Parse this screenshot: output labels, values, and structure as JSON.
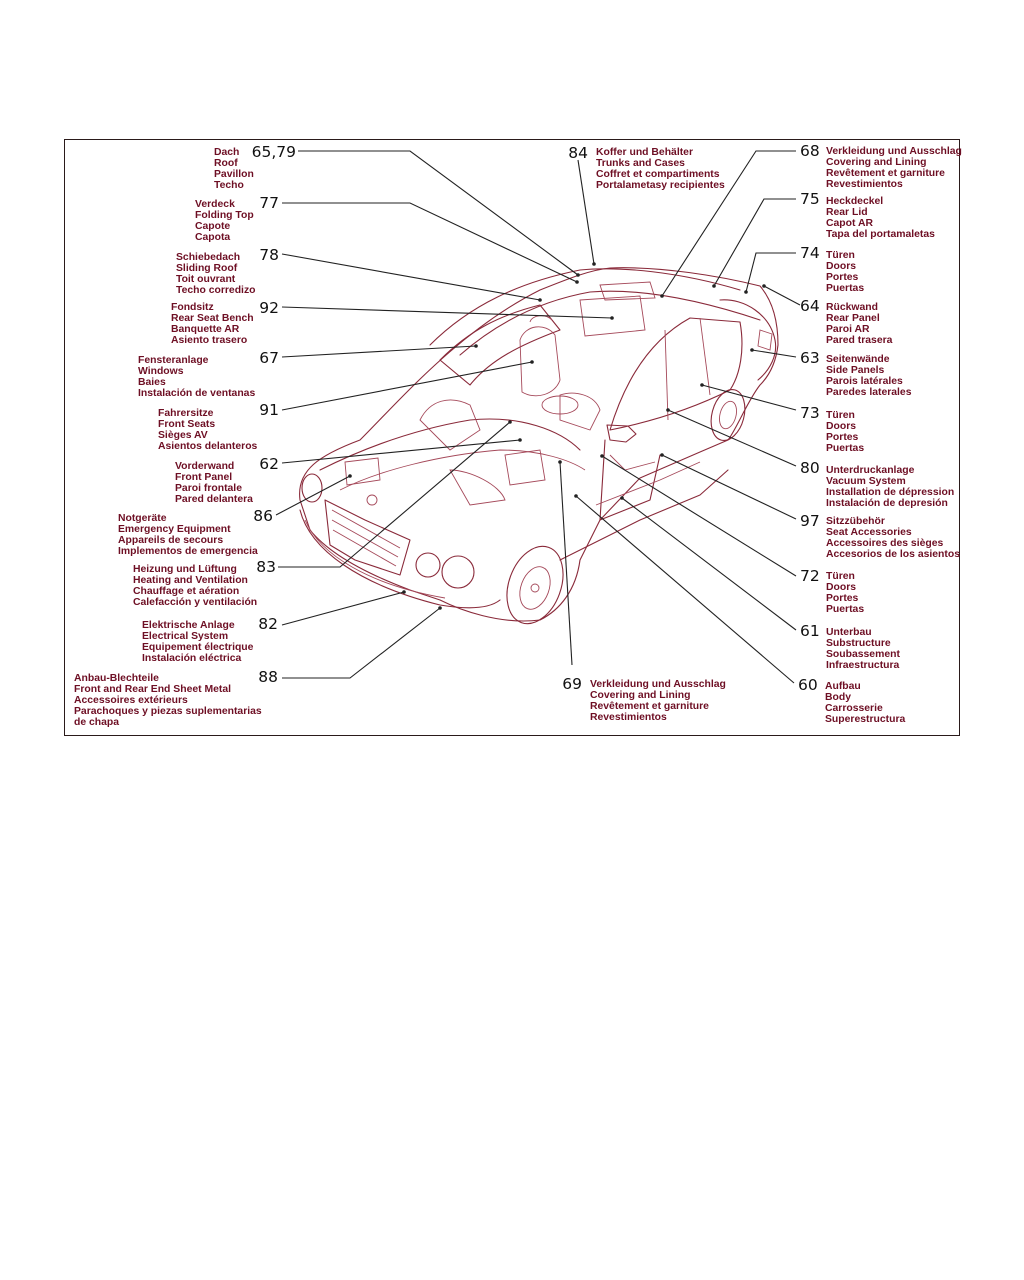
{
  "callouts": [
    {
      "id": "c6579",
      "num": "65,79",
      "lines": [
        "Dach",
        "Roof",
        "Pavillon",
        "Techo"
      ]
    },
    {
      "id": "c77",
      "num": "77",
      "lines": [
        "Verdeck",
        "Folding Top",
        "Capote",
        "Capota"
      ]
    },
    {
      "id": "c78",
      "num": "78",
      "lines": [
        "Schiebedach",
        "Sliding Roof",
        "Toit ouvrant",
        "Techo corredizo"
      ]
    },
    {
      "id": "c92",
      "num": "92",
      "lines": [
        "Fondsitz",
        "Rear Seat Bench",
        "Banquette AR",
        "Asiento trasero"
      ]
    },
    {
      "id": "c67",
      "num": "67",
      "lines": [
        "Fensteranlage",
        "Windows",
        "Baies",
        "Instalación de ventanas"
      ]
    },
    {
      "id": "c91",
      "num": "91",
      "lines": [
        "Fahrersitze",
        "Front Seats",
        "Sièges AV",
        "Asientos delanteros"
      ]
    },
    {
      "id": "c62",
      "num": "62",
      "lines": [
        "Vorderwand",
        "Front Panel",
        "Paroi frontale",
        "Pared delantera"
      ]
    },
    {
      "id": "c86",
      "num": "86",
      "lines": [
        "Notgeräte",
        "Emergency Equipment",
        "Appareils de secours",
        "Implementos de emergencia"
      ]
    },
    {
      "id": "c83",
      "num": "83",
      "lines": [
        "Heizung und Lüftung",
        "Heating and Ventilation",
        "Chauffage et aération",
        "Calefacción y ventilación"
      ]
    },
    {
      "id": "c82",
      "num": "82",
      "lines": [
        "Elektrische Anlage",
        "Electrical System",
        "Equipement électrique",
        "Instalación eléctrica"
      ]
    },
    {
      "id": "c88",
      "num": "88",
      "lines": [
        "Anbau-Blechteile",
        "Front and Rear End Sheet Metal",
        "Accessoires extérieurs",
        "Parachoques y piezas suplementarias",
        "de chapa"
      ]
    },
    {
      "id": "c84",
      "num": "84",
      "lines": [
        "Koffer und Behälter",
        "Trunks and Cases",
        "Coffret et compartiments",
        "Portalametasy recipientes"
      ]
    },
    {
      "id": "c69",
      "num": "69",
      "lines": [
        "Verkleidung und Ausschlag",
        "Covering and Lining",
        "Revêtement et garniture",
        "Revestimientos"
      ]
    },
    {
      "id": "c68",
      "num": "68",
      "lines": [
        "Verkleidung und Ausschlag",
        "Covering and Lining",
        "Revêtement et garniture",
        "Revestimientos"
      ]
    },
    {
      "id": "c75",
      "num": "75",
      "lines": [
        "Heckdeckel",
        "Rear Lid",
        "Capot AR",
        "Tapa del portamaletas"
      ]
    },
    {
      "id": "c74",
      "num": "74",
      "lines": [
        "Türen",
        "Doors",
        "Portes",
        "Puertas"
      ]
    },
    {
      "id": "c64",
      "num": "64",
      "lines": [
        "Rückwand",
        "Rear Panel",
        "Paroi AR",
        "Pared trasera"
      ]
    },
    {
      "id": "c63",
      "num": "63",
      "lines": [
        "Seitenwände",
        "Side Panels",
        "Parois latérales",
        "Paredes laterales"
      ]
    },
    {
      "id": "c73",
      "num": "73",
      "lines": [
        "Türen",
        "Doors",
        "Portes",
        "Puertas"
      ]
    },
    {
      "id": "c80",
      "num": "80",
      "lines": [
        "Unterdruckanlage",
        "Vacuum System",
        "Installation de dépression",
        "Instalación de depresión"
      ]
    },
    {
      "id": "c97",
      "num": "97",
      "lines": [
        "Sitzzübehör",
        "Seat Accessories",
        "Accessoires des sièges",
        "Accesorios de los asientos"
      ]
    },
    {
      "id": "c72",
      "num": "72",
      "lines": [
        "Türen",
        "Doors",
        "Portes",
        "Puertas"
      ]
    },
    {
      "id": "c61",
      "num": "61",
      "lines": [
        "Unterbau",
        "Substructure",
        "Soubassement",
        "Infraestructura"
      ]
    },
    {
      "id": "c60",
      "num": "60",
      "lines": [
        "Aufbau",
        "Body",
        "Carrosserie",
        "Superestructura"
      ]
    }
  ]
}
